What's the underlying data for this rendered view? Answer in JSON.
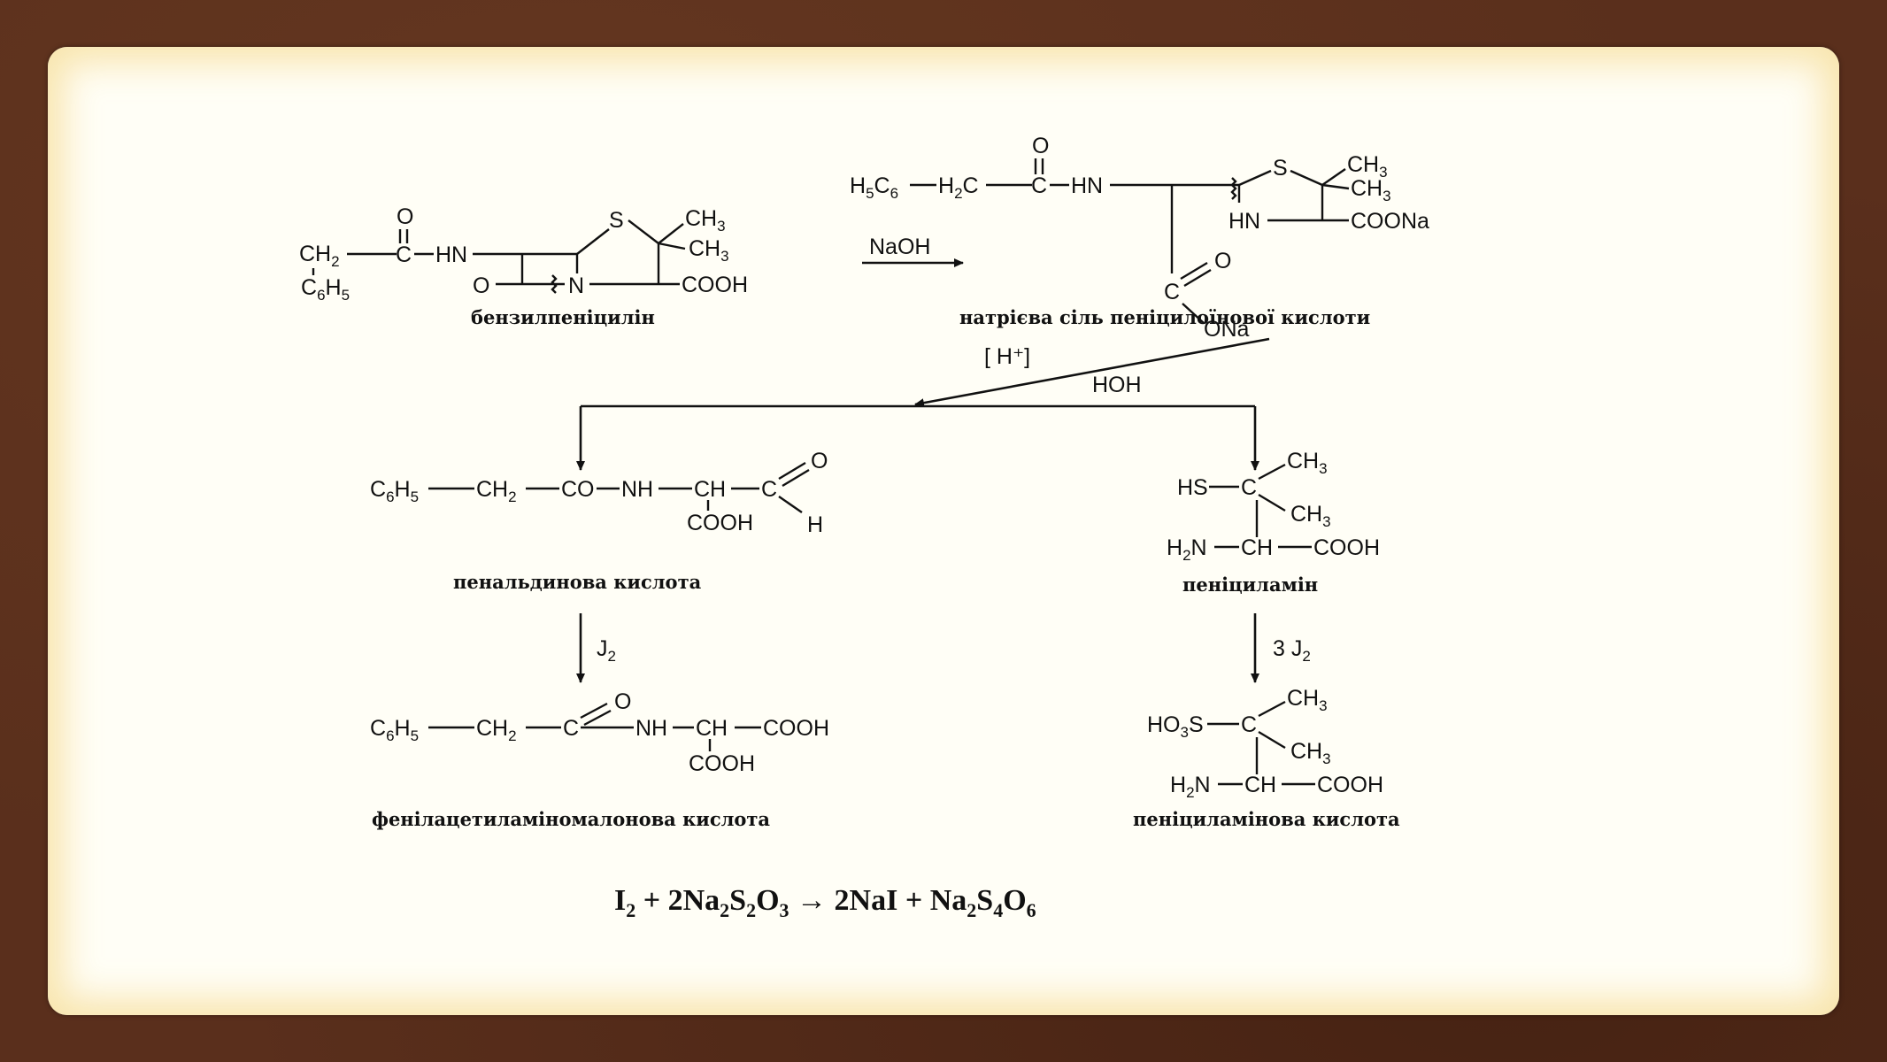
{
  "compounds": {
    "benzylpenicillin": {
      "caption": "бензилпеніцилін",
      "ch2": "CH",
      "ch2_sub": "2",
      "c6h5": "C",
      "c6h5_sub1": "6",
      "c6h5_mid": "H",
      "c6h5_sub2": "5",
      "o": "O",
      "c": "C",
      "hn": "HN",
      "s": "S",
      "n": "N",
      "ch3a": "CH",
      "ch3a_sub": "3",
      "ch3b": "CH",
      "ch3b_sub": "3",
      "o2": "O",
      "cooh": "COOH"
    },
    "sodium_salt": {
      "caption": "натрієва сіль пеніцилоїнової кислоти",
      "h5c6": "H",
      "h5c6_sub1": "5",
      "h5c6_mid": "C",
      "h5c6_sub2": "6",
      "h2c": "H",
      "h2c_sub": "2",
      "h2c_c": "C",
      "o": "O",
      "c": "C",
      "hn": "HN",
      "s": "S",
      "ch3a": "CH",
      "ch3a_sub": "3",
      "ch3b": "CH",
      "ch3b_sub": "3",
      "hn2": "HN",
      "coona": "COONa",
      "o2": "O",
      "c2": "C",
      "ona": "ONa"
    },
    "penaldic_acid": {
      "caption": "пенальдинова кислота",
      "chain_c": "C",
      "chain_sub1": "6",
      "chain_h": "H",
      "chain_sub2": "5",
      "ch2": "CH",
      "ch2_sub": "2",
      "co": "CO",
      "nh": "NH",
      "ch": "CH",
      "c": "C",
      "o": "O",
      "h": "H",
      "cooh": "COOH"
    },
    "penicillamine": {
      "caption": "пеніциламін",
      "hs": "HS",
      "c": "C",
      "ch3a": "CH",
      "ch3a_sub": "3",
      "ch3b": "CH",
      "ch3b_sub": "3",
      "h2n_h": "H",
      "h2n_sub": "2",
      "h2n_n": "N",
      "ch": "CH",
      "cooh": "COOH"
    },
    "phenylacetylaminomalonic_acid": {
      "caption": "фенілацетиламіномалонова кислота",
      "chain_c": "C",
      "chain_sub1": "6",
      "chain_h": "H",
      "chain_sub2": "5",
      "ch2": "CH",
      "ch2_sub": "2",
      "c": "C",
      "o": "O",
      "nh": "NH",
      "ch": "CH",
      "cooh1": "COOH",
      "cooh2": "COOH"
    },
    "penicillaminic_acid": {
      "caption": "пеніциламінова кислота",
      "ho3s_a": "HO",
      "ho3s_sub": "3",
      "ho3s_b": "S",
      "c": "C",
      "ch3a": "CH",
      "ch3a_sub": "3",
      "ch3b": "CH",
      "ch3b_sub": "3",
      "h2n_h": "H",
      "h2n_sub": "2",
      "h2n_n": "N",
      "ch": "CH",
      "cooh": "COOH"
    }
  },
  "reagents": {
    "naoh": "NaOH",
    "h_plus": "[ H⁺]",
    "hoh": "HOH",
    "j2": "J",
    "j2_sub": "2",
    "three_j2": "3 J",
    "three_j2_sub": "2"
  },
  "equation": {
    "t1": "I",
    "s1": "2",
    "t2": " + 2Na",
    "s2": "2",
    "t3": "S",
    "s3": "2",
    "t4": "O",
    "s4": "3",
    "t5": " → 2NaI + Na",
    "s5": "2",
    "t6": "S",
    "s6": "4",
    "t7": "O",
    "s7": "6"
  }
}
